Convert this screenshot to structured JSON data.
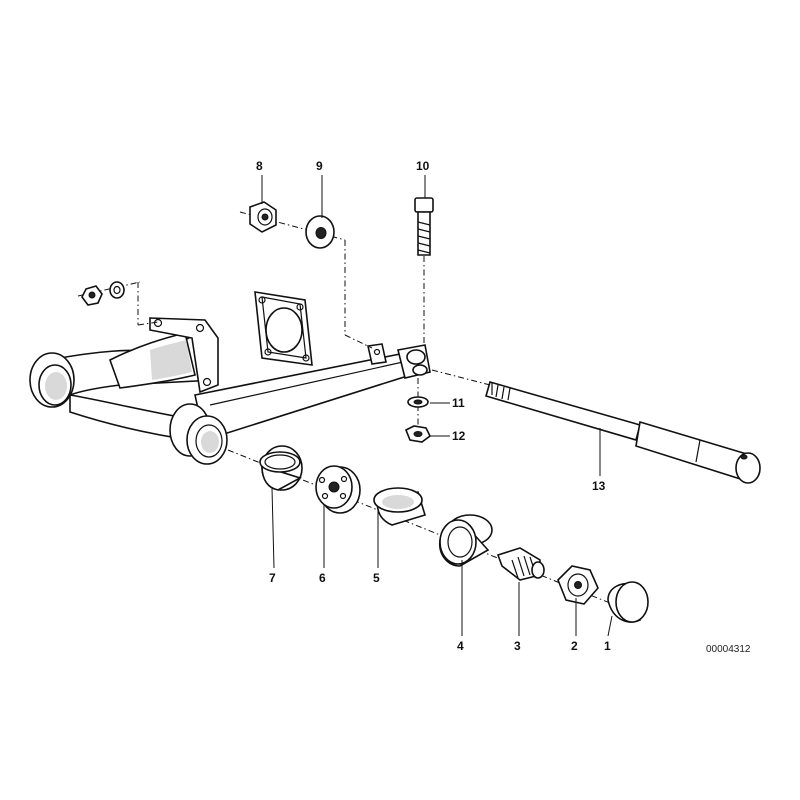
{
  "diagram": {
    "reference_number": "00004312",
    "parts": [
      {
        "key": "1",
        "label": "1"
      },
      {
        "key": "2",
        "label": "2"
      },
      {
        "key": "3",
        "label": "3"
      },
      {
        "key": "4",
        "label": "4"
      },
      {
        "key": "5",
        "label": "5"
      },
      {
        "key": "6",
        "label": "6"
      },
      {
        "key": "7",
        "label": "7"
      },
      {
        "key": "8",
        "label": "8"
      },
      {
        "key": "9",
        "label": "9"
      },
      {
        "key": "10",
        "label": "10"
      },
      {
        "key": "11",
        "label": "11"
      },
      {
        "key": "12",
        "label": "12"
      },
      {
        "key": "13",
        "label": "13"
      }
    ]
  }
}
